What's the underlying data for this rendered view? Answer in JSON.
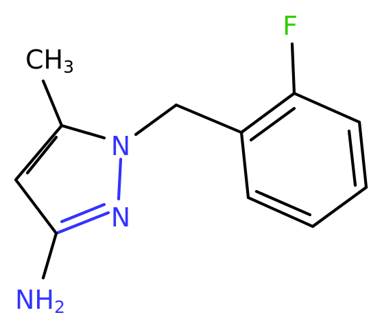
{
  "atoms": {
    "methyl": {
      "main": "CH",
      "sub": "3",
      "color": "#000000"
    },
    "fluorine": {
      "main": "F",
      "color": "#33cc00"
    },
    "n1": {
      "main": "N",
      "color": "#3333ff"
    },
    "n2": {
      "main": "N",
      "color": "#3333ff"
    },
    "amine": {
      "main": "NH",
      "sub": "2",
      "color": "#3333ff"
    }
  }
}
